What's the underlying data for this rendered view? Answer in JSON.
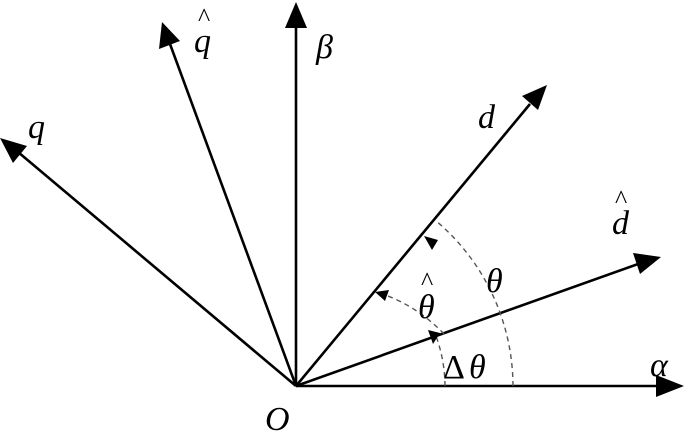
{
  "labels": {
    "origin": "O",
    "alpha": "α",
    "beta": "β",
    "d": "d",
    "q": "q",
    "d_hat": "d",
    "q_hat": "q",
    "theta": "θ",
    "theta_hat": "θ",
    "delta": "Δ",
    "delta_theta": "θ",
    "hat": "^"
  }
}
